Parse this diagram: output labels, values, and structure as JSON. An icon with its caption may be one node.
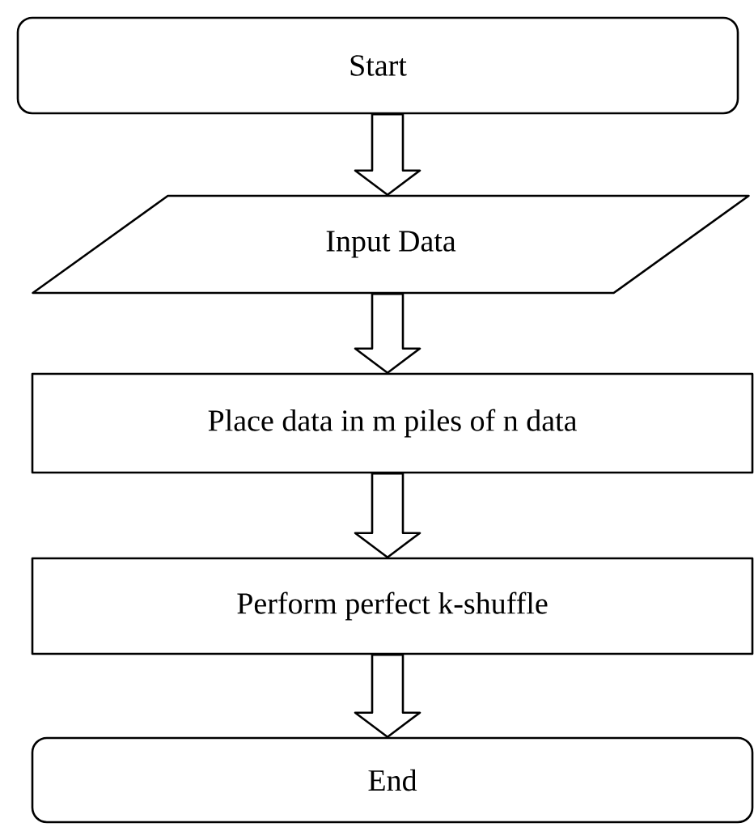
{
  "diagram": {
    "nodes": [
      {
        "text": [
          "Start"
        ]
      },
      {
        "text": [
          "Input Data"
        ]
      },
      {
        "text": [
          "Place data in m piles of n data"
        ]
      },
      {
        "text": [
          "Perform perfect k-shuffle"
        ]
      },
      {
        "text": [
          "End"
        ]
      }
    ],
    "edges": [
      {
        "from": 0,
        "to": 1,
        "arrow": "to"
      },
      {
        "from": 1,
        "to": 2,
        "arrow": "to"
      },
      {
        "from": 2,
        "to": 3,
        "arrow": "to"
      },
      {
        "from": 3,
        "to": 4,
        "arrow": "to"
      }
    ]
  }
}
